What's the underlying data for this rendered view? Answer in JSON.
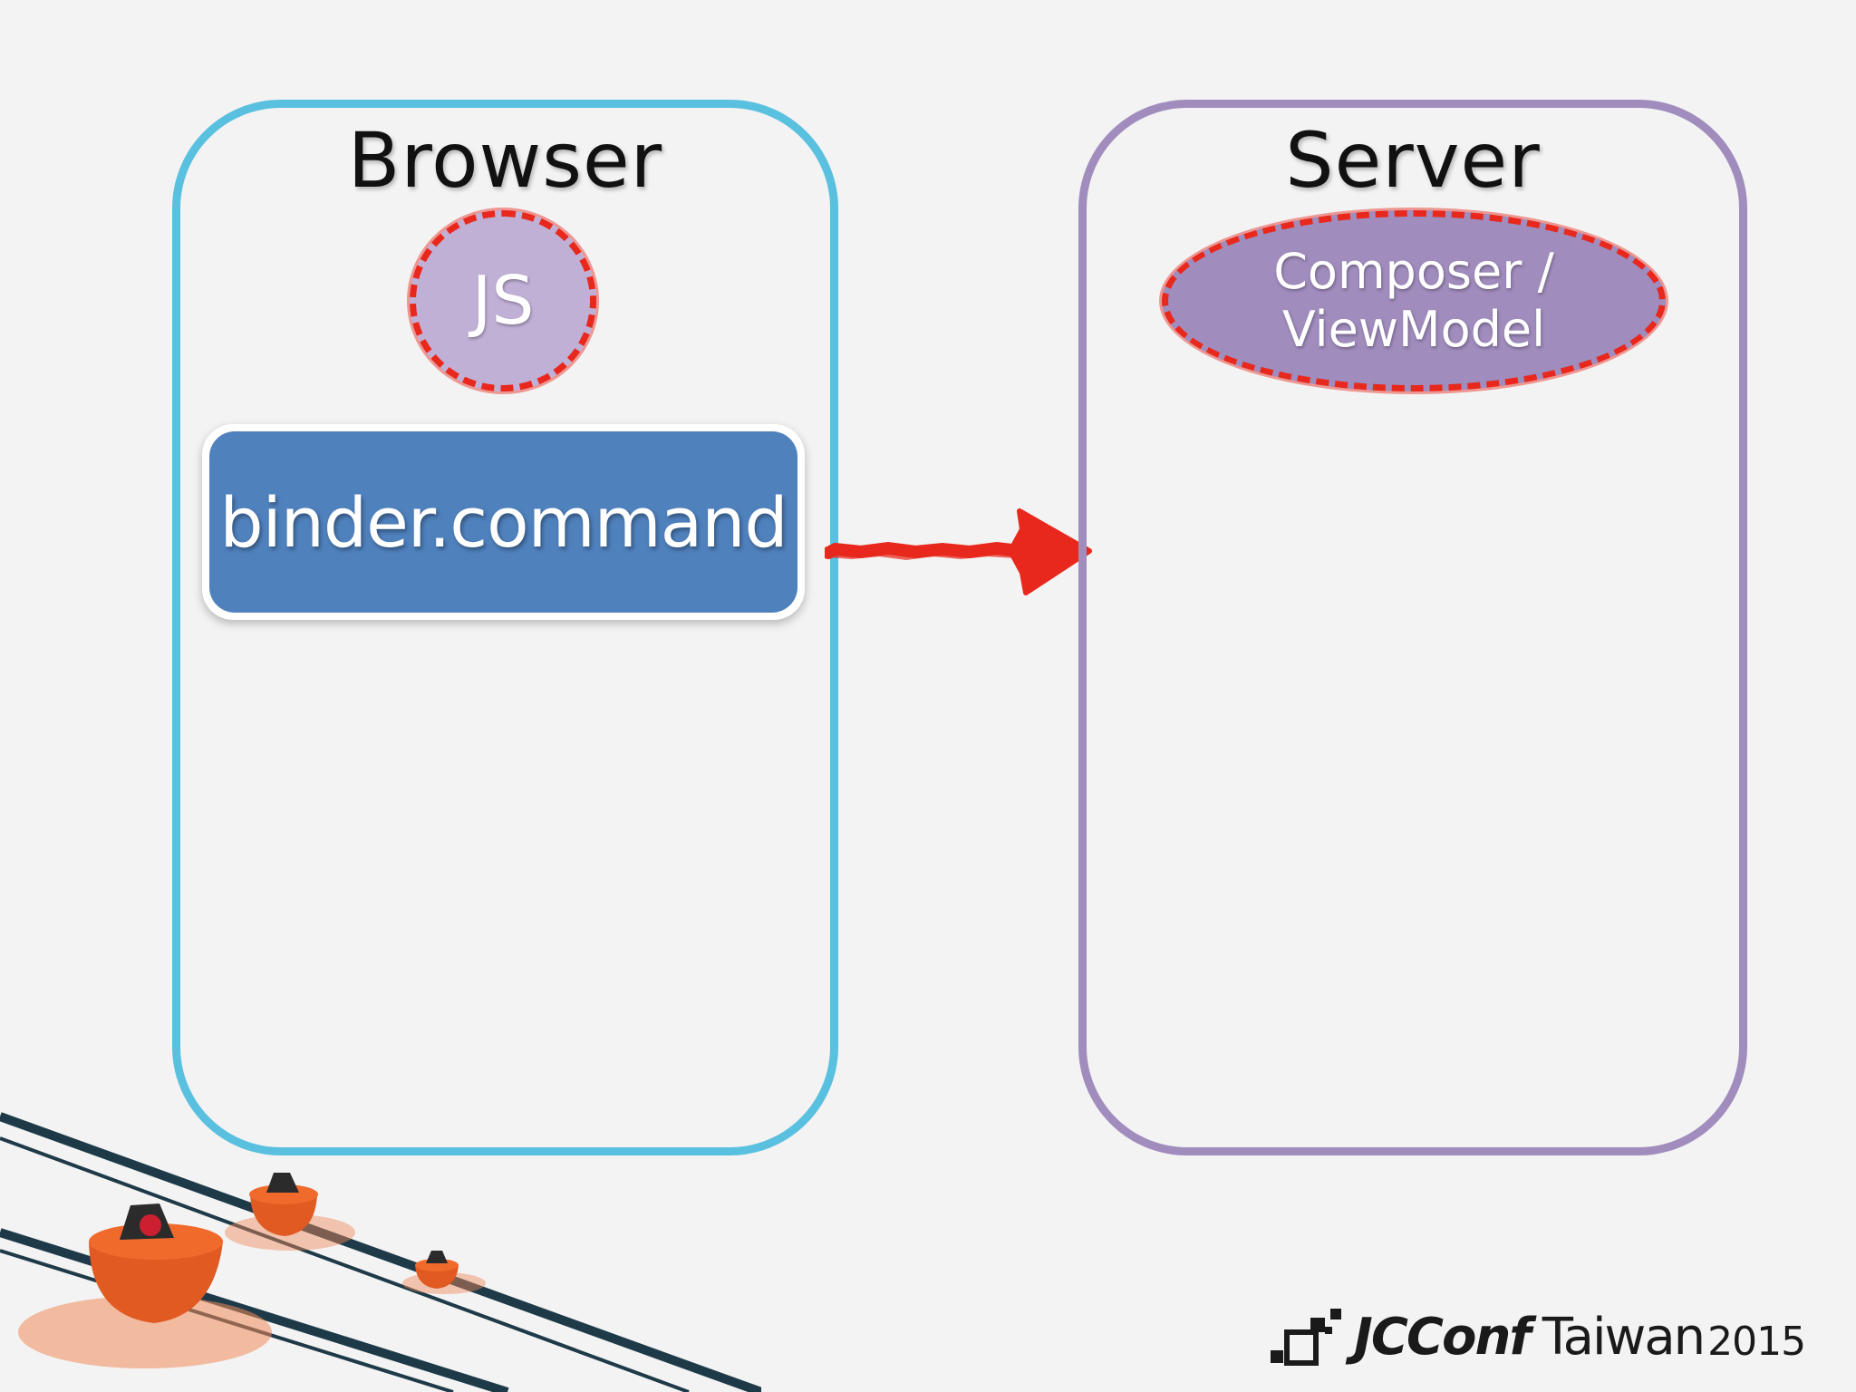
{
  "panels": {
    "browser": {
      "title": "Browser",
      "border_color": "#5ac0df",
      "js_label": "JS",
      "command_label": "binder.command"
    },
    "server": {
      "title": "Server",
      "border_color": "#a08cbd",
      "component_line1": "Composer /",
      "component_line2": "ViewModel"
    }
  },
  "highlight_color": "#e8281c",
  "logo": {
    "brand": "JCConf",
    "region": "Taiwan",
    "year": "2015"
  },
  "icons": {
    "arrow": "arrow-right-icon",
    "decoration": "duke-teacup-ride-illustration",
    "logo_mark": "jcconf-blocks-icon"
  }
}
